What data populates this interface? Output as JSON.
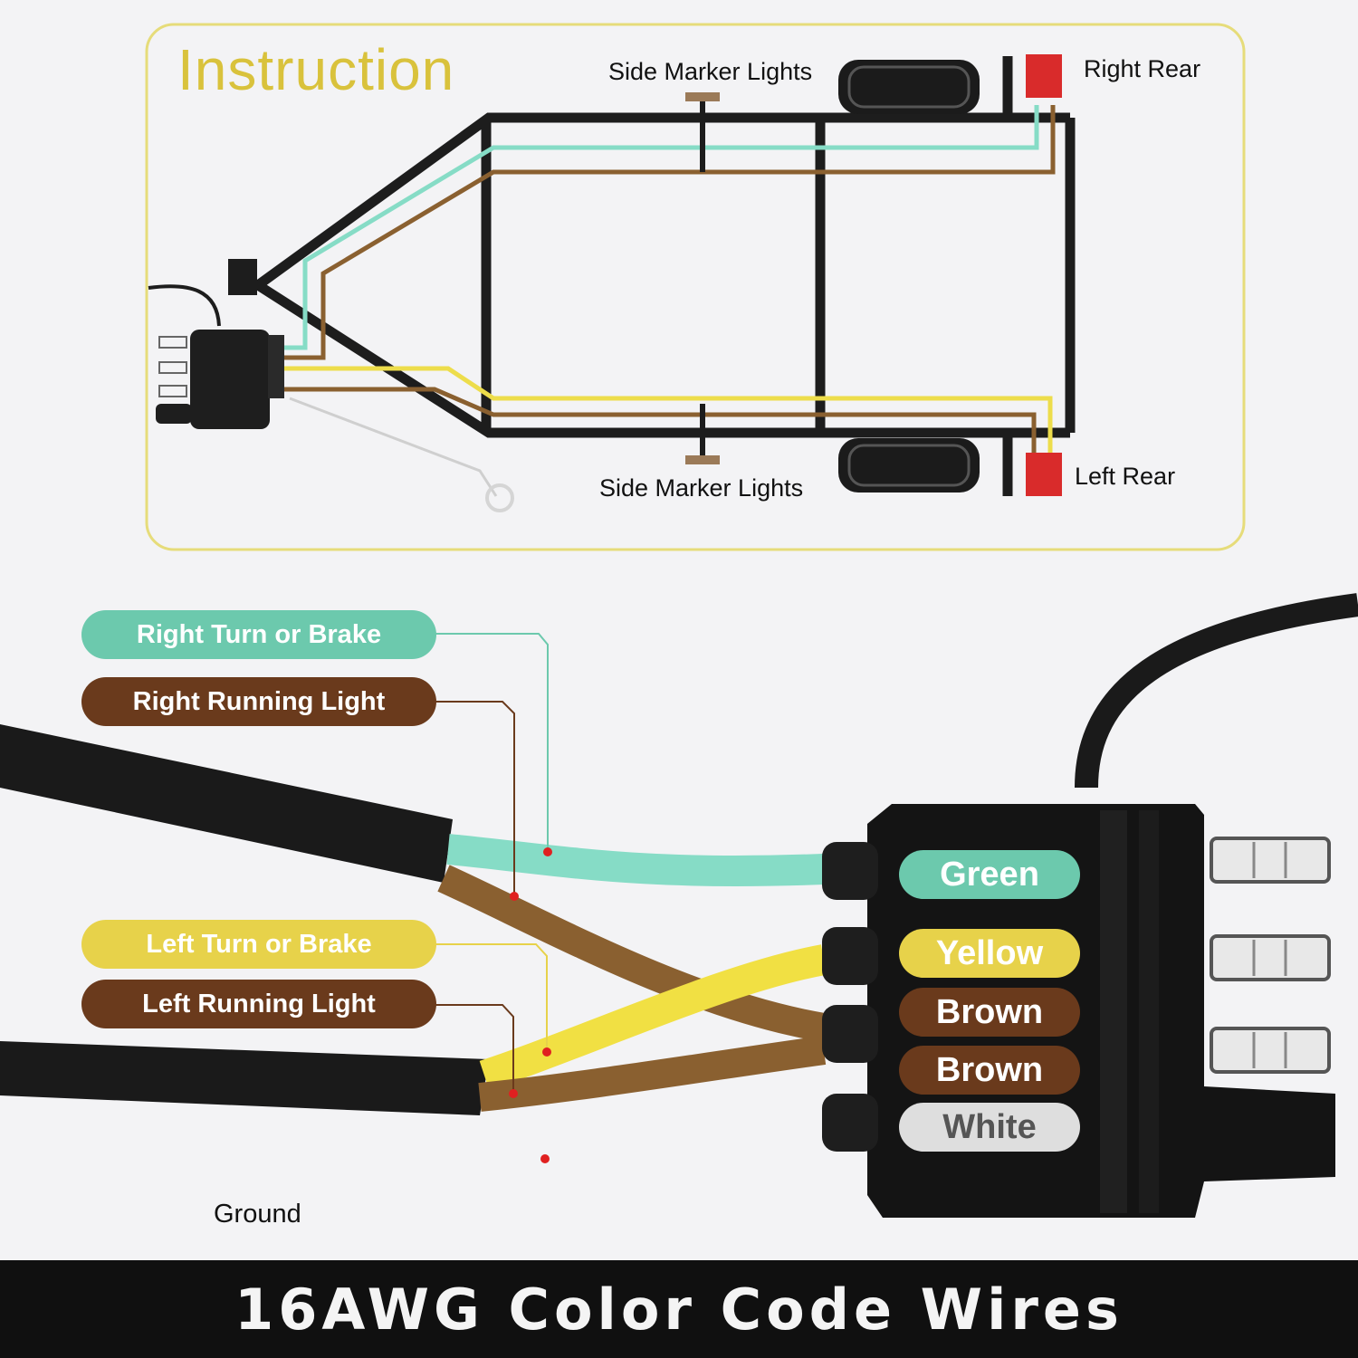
{
  "instruction": {
    "title": "Instruction",
    "side_marker_top": "Side Marker Lights",
    "side_marker_bottom": "Side Marker Lights",
    "right_rear": "Right Rear",
    "left_rear": "Left Rear"
  },
  "legend": {
    "right_turn": "Right Turn or Brake",
    "right_running": "Right Running Light",
    "left_turn": "Left Turn or Brake",
    "left_running": "Left Running Light",
    "ground": "Ground"
  },
  "connector_colors": {
    "green": "Green",
    "yellow": "Yellow",
    "brown1": "Brown",
    "brown2": "Brown",
    "white": "White"
  },
  "footer": {
    "title": "16AWG Color Code Wires"
  },
  "colors": {
    "teal": "#6cc9ad",
    "teal_wire": "#86dcc6",
    "brown": "#6a3a1c",
    "brown_wire": "#8a6030",
    "yellow": "#e7d24a",
    "yellow_wire": "#f1e043",
    "white_pill": "#dedede",
    "light_red": "#d92b2b",
    "frame": "#1d1d1d",
    "gold_border": "#e6dc7a"
  }
}
